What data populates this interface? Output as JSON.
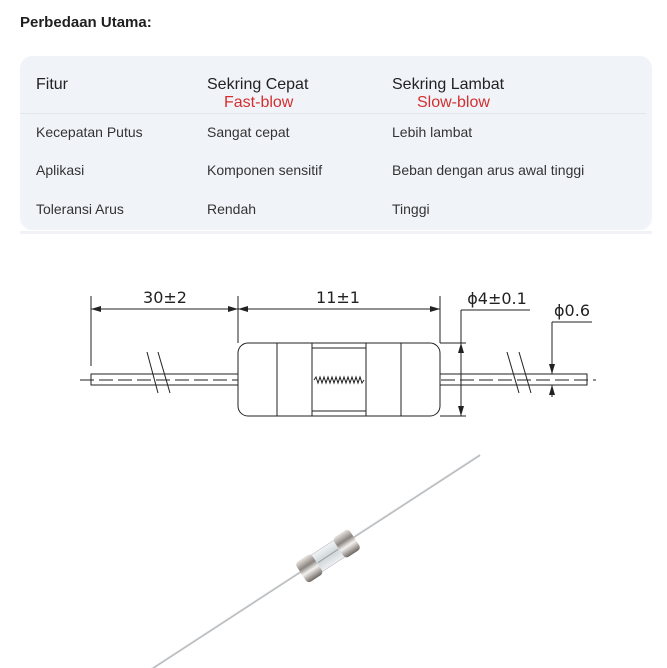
{
  "heading": "Perbedaan Utama:",
  "table": {
    "headers": [
      "Fitur",
      "Sekring Cepat",
      "Sekring Lambat"
    ],
    "annotations": [
      "Fast-blow",
      "Slow-blow"
    ],
    "rows": [
      [
        "Kecepatan Putus",
        "Sangat cepat",
        "Lebih lambat"
      ],
      [
        "Aplikasi",
        "Komponen sensitif",
        "Beban dengan arus awal tinggi"
      ],
      [
        "Toleransi Arus",
        "Rendah",
        "Tinggi"
      ]
    ]
  },
  "diagram": {
    "lead_length": "30±2",
    "body_length": "11±1",
    "body_diameter": "ϕ4±0.1",
    "lead_diameter": "ϕ0.6"
  },
  "colors": {
    "annotation": "#d32f2f",
    "table_bg": "#f0f4f9"
  }
}
